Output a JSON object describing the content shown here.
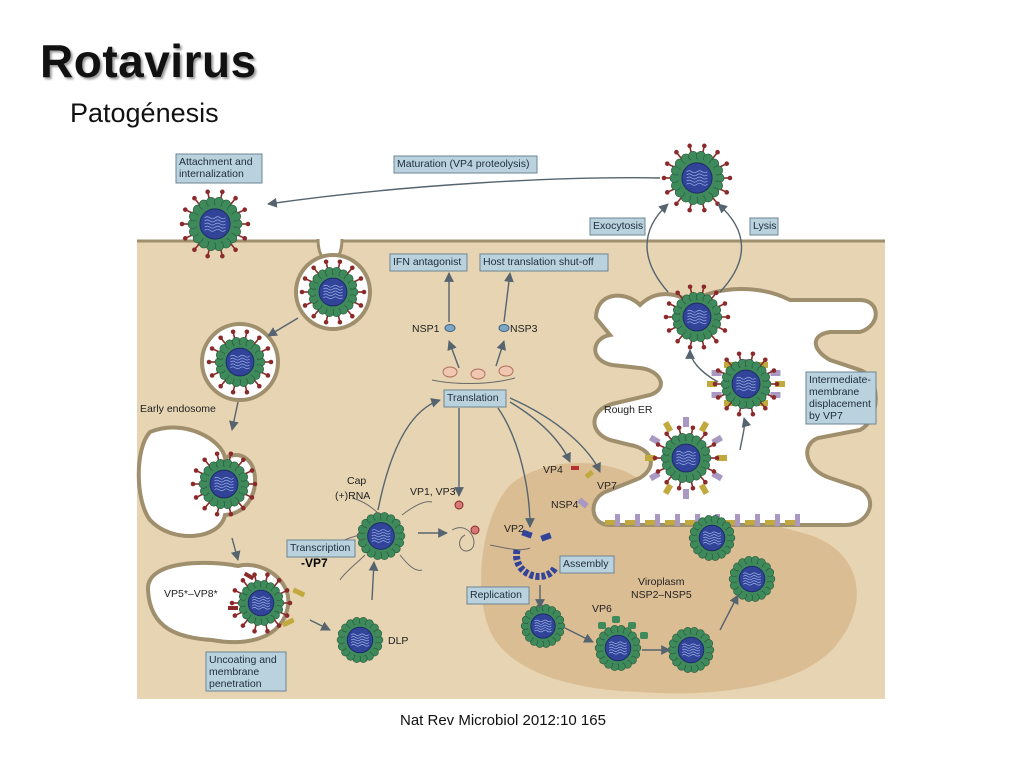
{
  "slide": {
    "title": "Rotavirus",
    "subtitle": "Patogénesis",
    "citation": "Nat Rev Microbiol 2012:10 165"
  },
  "diagram": {
    "boxes": {
      "attachment": [
        "Attachment and",
        "internalization"
      ],
      "maturation": [
        "Maturation (VP4 proteolysis)"
      ],
      "exocytosis": [
        "Exocytosis"
      ],
      "lysis": [
        "Lysis"
      ],
      "ifn": [
        "IFN antagonist"
      ],
      "host_shutoff": [
        "Host translation shut-off"
      ],
      "translation": [
        "Translation"
      ],
      "transcription": [
        "Transcription"
      ],
      "assembly": [
        "Assembly"
      ],
      "replication": [
        "Replication"
      ],
      "uncoating": [
        "Uncoating and",
        "membrane",
        "penetration"
      ],
      "intermediate": [
        "Intermediate-",
        "membrane",
        "displacement",
        "by VP7"
      ]
    },
    "labels": {
      "nsp1": "NSP1",
      "nsp3": "NSP3",
      "early_endosome": "Early endosome",
      "rough_er": "Rough ER",
      "cap": "Cap",
      "rna": "(+)RNA",
      "vp1vp3": "VP1, VP3",
      "vp4": "VP4",
      "vp7": "VP7",
      "nsp4": "NSP4",
      "vp2": "VP2",
      "vp6": "VP6",
      "viroplasm": [
        "Viroplasm",
        "NSP2–NSP5"
      ],
      "vp5vp8": "VP5*–VP8*",
      "dlp": "DLP",
      "minus_vp7": "-VP7"
    },
    "colors": {
      "cytoplasm": "#e6d4b3",
      "viroplasm": "#dbbd93",
      "membrane": "#a08f6d",
      "capsid_outer": "#3e8a5b",
      "capsid_inner": "#31449a",
      "spike": "#8b2a2a",
      "label_box": "#b9d2de"
    }
  }
}
